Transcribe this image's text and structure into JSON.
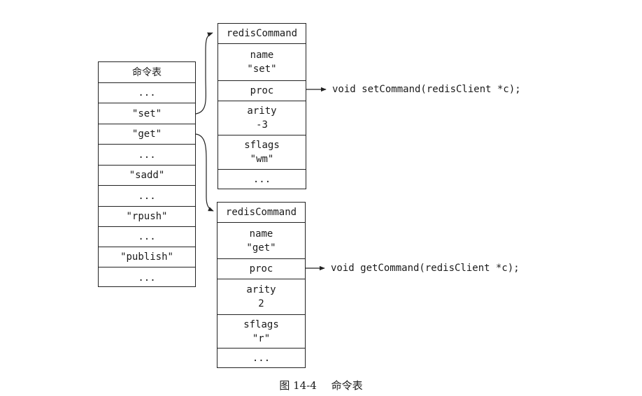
{
  "command_table": {
    "header": "命令表",
    "rows": [
      "...",
      "\"set\"",
      "\"get\"",
      "...",
      "\"sadd\"",
      "...",
      "\"rpush\"",
      "...",
      "\"publish\"",
      "..."
    ]
  },
  "set_struct": {
    "title": "redisCommand",
    "name_label": "name",
    "name_value": "\"set\"",
    "proc_label": "proc",
    "arity_label": "arity",
    "arity_value": "-3",
    "sflags_label": "sflags",
    "sflags_value": "\"wm\"",
    "ellipsis": "..."
  },
  "get_struct": {
    "title": "redisCommand",
    "name_label": "name",
    "name_value": "\"get\"",
    "proc_label": "proc",
    "arity_label": "arity",
    "arity_value": "2",
    "sflags_label": "sflags",
    "sflags_value": "\"r\"",
    "ellipsis": "..."
  },
  "set_function": "void setCommand(redisClient *c);",
  "get_function": "void getCommand(redisClient *c);",
  "caption": {
    "figure_number": "图 14-4",
    "title": "命令表"
  }
}
